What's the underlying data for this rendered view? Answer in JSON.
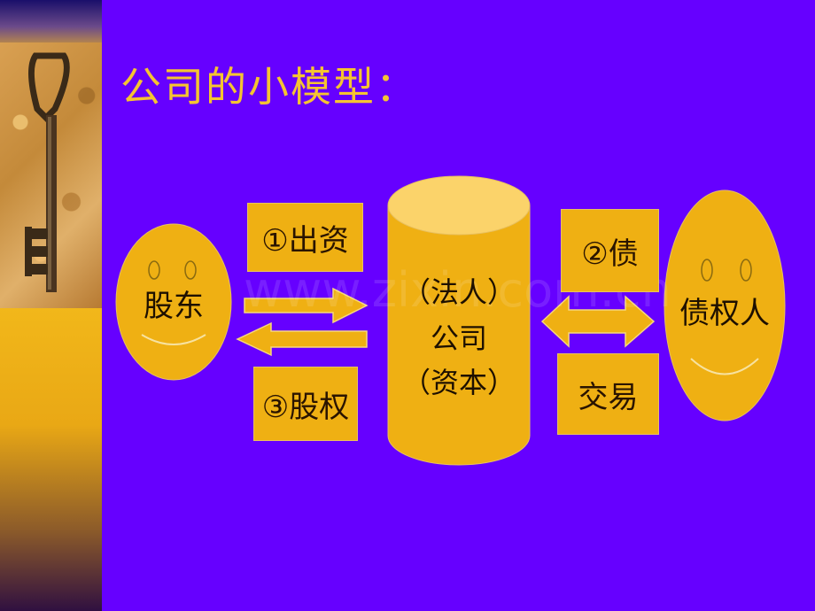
{
  "title": "公司的小模型：",
  "shareholder": {
    "label": "股东"
  },
  "creditor": {
    "label": "债权人"
  },
  "company": {
    "line1": "（法人）",
    "line2": "公司",
    "line3": "（资本）"
  },
  "boxes": {
    "invest": "①出资",
    "equity": "③股权",
    "debt": "②债",
    "trade": "交易"
  },
  "watermark": "www.zixin.com.cn",
  "colors": {
    "background": "#6600ff",
    "shape_fill": "#efb013",
    "title": "#f5c431"
  }
}
